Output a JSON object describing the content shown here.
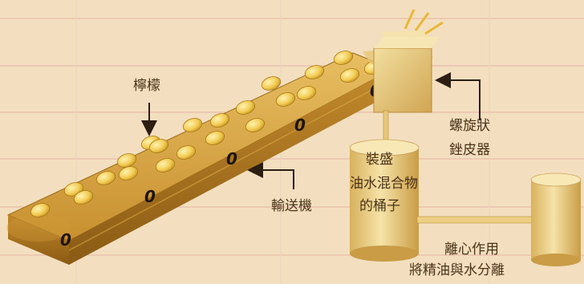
{
  "labels": {
    "lemon": "檸檬",
    "peeler_line1": "螺旋狀",
    "peeler_line2": "銼皮器",
    "bucket_line1": "裝盛",
    "bucket_line2": "油水混合物",
    "bucket_line3": "的桶子",
    "conveyor": "輸送機",
    "centrifuge_line1": "離心作用",
    "centrifuge_line2": "將精油與水分離"
  },
  "roller_mark": "0",
  "colors": {
    "background": "#f3dfbf",
    "belt_top": "#d9a642",
    "belt_side": "#a8741d",
    "lemon": "#f2cc55",
    "tank": "#ecd18c",
    "text": "#4a3218",
    "arrow": "#2c1e10",
    "grid_line": "#e2a8a0"
  }
}
